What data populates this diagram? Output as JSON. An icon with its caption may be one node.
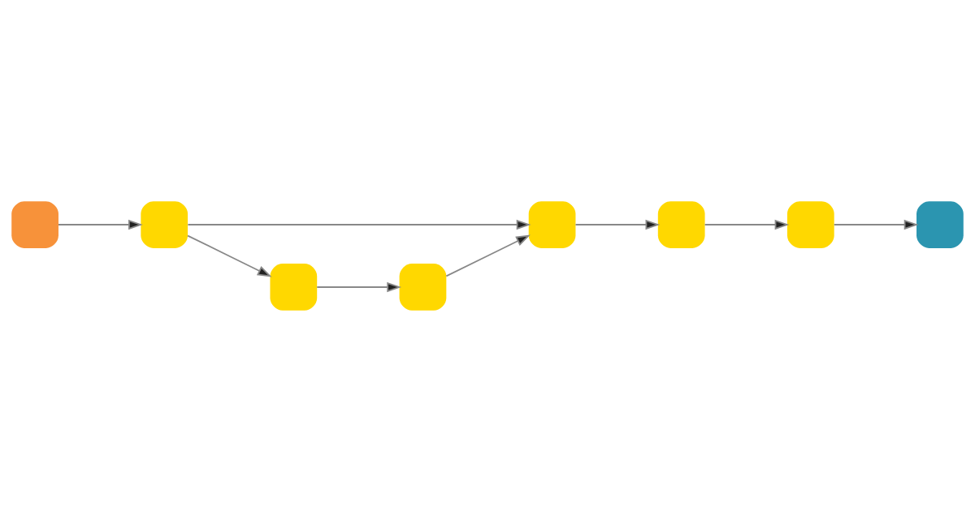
{
  "diagram": {
    "nodes": [
      {
        "text": [],
        "shape": "box"
      },
      {
        "text": [],
        "shape": "box"
      },
      {
        "text": [],
        "shape": "box"
      },
      {
        "text": [],
        "shape": "box"
      },
      {
        "text": [],
        "shape": "box"
      },
      {
        "text": [],
        "shape": "box"
      },
      {
        "text": [],
        "shape": "box"
      },
      {
        "text": [],
        "shape": "box"
      }
    ],
    "edges": [
      {
        "from": 0,
        "to": 1,
        "arrow": "to"
      },
      {
        "from": 1,
        "to": 2,
        "arrow": "to"
      },
      {
        "from": 1,
        "to": 6,
        "arrow": "to"
      },
      {
        "from": 6,
        "to": 7,
        "arrow": "to"
      },
      {
        "from": 7,
        "to": 2,
        "arrow": "to"
      },
      {
        "from": 2,
        "to": 3,
        "arrow": "to"
      },
      {
        "from": 3,
        "to": 4,
        "arrow": "to"
      },
      {
        "from": 4,
        "to": 5,
        "arrow": "to"
      }
    ]
  }
}
